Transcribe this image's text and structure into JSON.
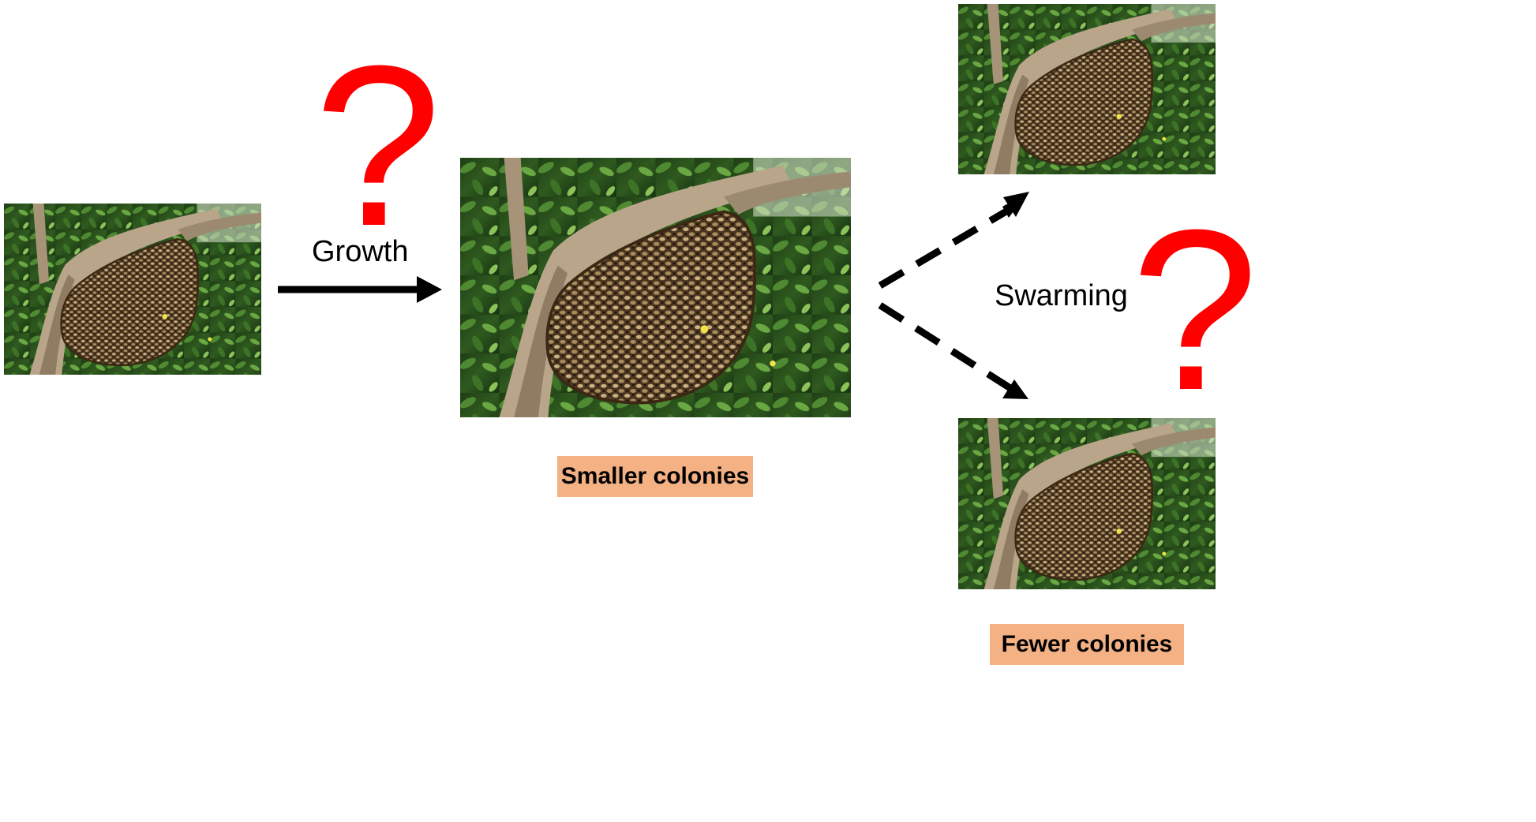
{
  "labels": {
    "growth": "Growth",
    "swarming": "Swarming"
  },
  "question_marks": {
    "top": "?",
    "right": "?"
  },
  "tags": {
    "smaller": "Smaller colonies",
    "fewer": "Fewer colonies"
  },
  "colors": {
    "question_mark": "#ff0000",
    "tag_fill": "#f4b183",
    "arrow": "#000000"
  },
  "photos": {
    "subject": "giant honeybee colony hanging from tree branch"
  }
}
